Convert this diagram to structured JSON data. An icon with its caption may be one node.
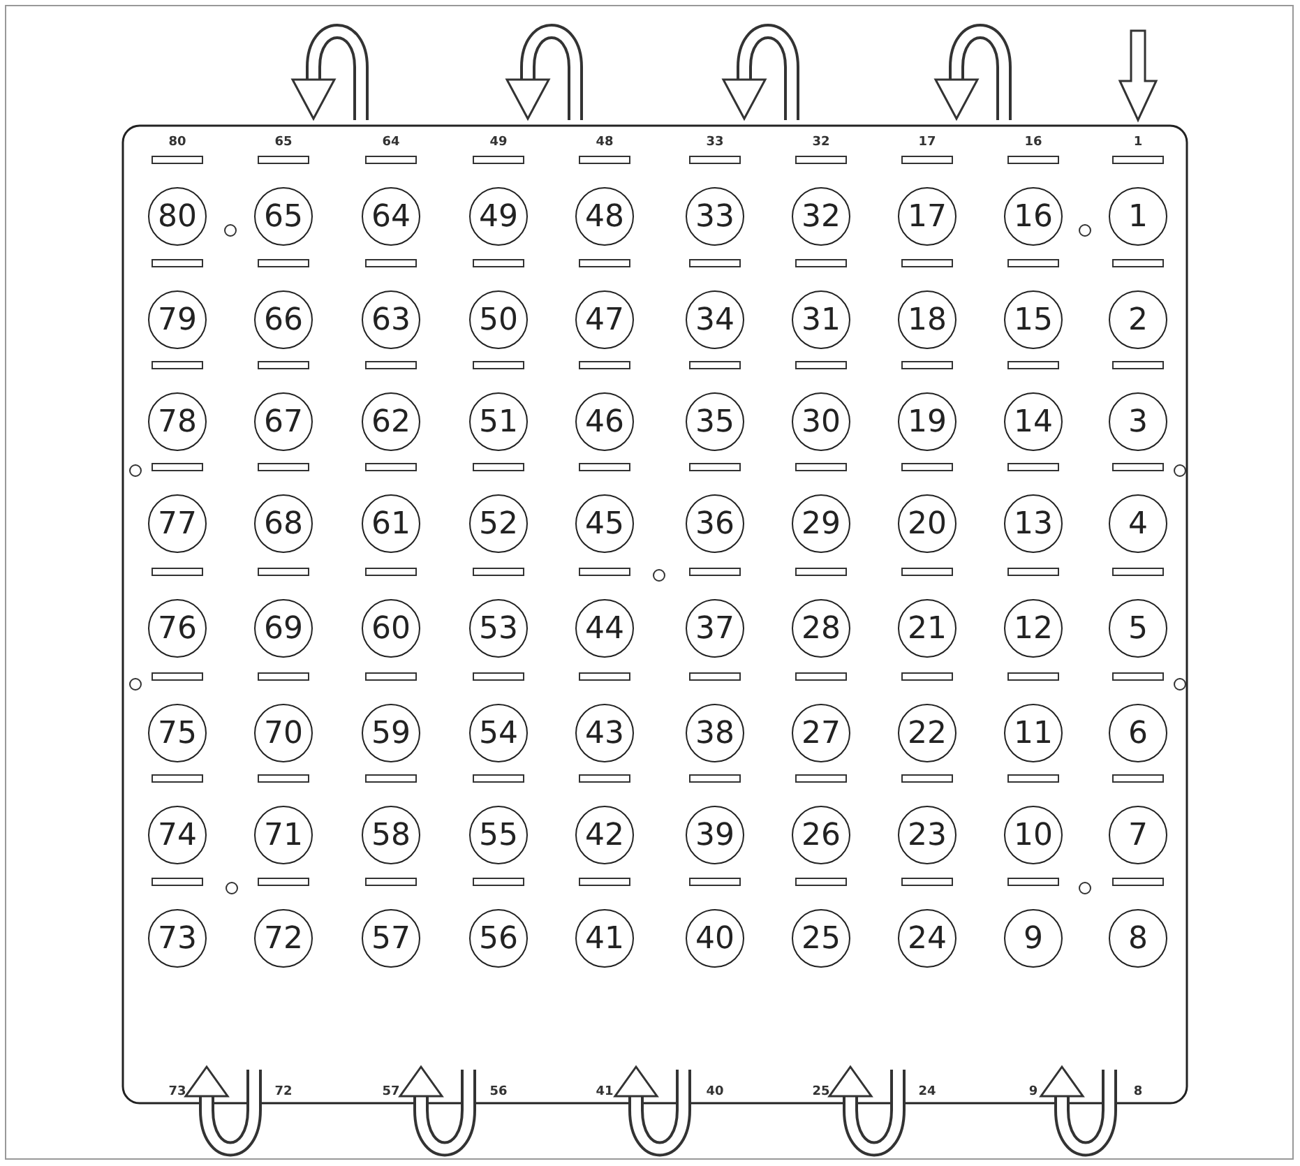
{
  "diagram": {
    "nodes": [
      {
        "text": [
          "80"
        ]
      },
      {
        "text": [
          "65"
        ]
      },
      {
        "text": [
          "64"
        ]
      },
      {
        "text": [
          "49"
        ]
      },
      {
        "text": [
          "48"
        ]
      },
      {
        "text": [
          "33"
        ]
      },
      {
        "text": [
          "32"
        ]
      },
      {
        "text": [
          "17"
        ]
      },
      {
        "text": [
          "16"
        ]
      },
      {
        "text": [
          "1"
        ]
      },
      {
        "text": [
          "79"
        ]
      },
      {
        "text": [
          "66"
        ]
      },
      {
        "text": [
          "63"
        ]
      },
      {
        "text": [
          "50"
        ]
      },
      {
        "text": [
          "47"
        ]
      },
      {
        "text": [
          "34"
        ]
      },
      {
        "text": [
          "31"
        ]
      },
      {
        "text": [
          "18"
        ]
      },
      {
        "text": [
          "15"
        ]
      },
      {
        "text": [
          "2"
        ]
      },
      {
        "text": [
          "78"
        ]
      },
      {
        "text": [
          "67"
        ]
      },
      {
        "text": [
          "62"
        ]
      },
      {
        "text": [
          "51"
        ]
      },
      {
        "text": [
          "46"
        ]
      },
      {
        "text": [
          "35"
        ]
      },
      {
        "text": [
          "30"
        ]
      },
      {
        "text": [
          "19"
        ]
      },
      {
        "text": [
          "14"
        ]
      },
      {
        "text": [
          "3"
        ]
      },
      {
        "text": [
          "77"
        ]
      },
      {
        "text": [
          "68"
        ]
      },
      {
        "text": [
          "61"
        ]
      },
      {
        "text": [
          "52"
        ]
      },
      {
        "text": [
          "45"
        ]
      },
      {
        "text": [
          "36"
        ]
      },
      {
        "text": [
          "29"
        ]
      },
      {
        "text": [
          "20"
        ]
      },
      {
        "text": [
          "13"
        ]
      },
      {
        "text": [
          "4"
        ]
      },
      {
        "text": [
          "76"
        ]
      },
      {
        "text": [
          "69"
        ]
      },
      {
        "text": [
          "60"
        ]
      },
      {
        "text": [
          "53"
        ]
      },
      {
        "text": [
          "44"
        ]
      },
      {
        "text": [
          "37"
        ]
      },
      {
        "text": [
          "28"
        ]
      },
      {
        "text": [
          "21"
        ]
      },
      {
        "text": [
          "12"
        ]
      },
      {
        "text": [
          "5"
        ]
      },
      {
        "text": [
          "75"
        ]
      },
      {
        "text": [
          "70"
        ]
      },
      {
        "text": [
          "59"
        ]
      },
      {
        "text": [
          "54"
        ]
      },
      {
        "text": [
          "43"
        ]
      },
      {
        "text": [
          "38"
        ]
      },
      {
        "text": [
          "27"
        ]
      },
      {
        "text": [
          "22"
        ]
      },
      {
        "text": [
          "11"
        ]
      },
      {
        "text": [
          "6"
        ]
      },
      {
        "text": [
          "74"
        ]
      },
      {
        "text": [
          "71"
        ]
      },
      {
        "text": [
          "58"
        ]
      },
      {
        "text": [
          "55"
        ]
      },
      {
        "text": [
          "42"
        ]
      },
      {
        "text": [
          "39"
        ]
      },
      {
        "text": [
          "26"
        ]
      },
      {
        "text": [
          "23"
        ]
      },
      {
        "text": [
          "10"
        ]
      },
      {
        "text": [
          "7"
        ]
      },
      {
        "text": [
          "73"
        ]
      },
      {
        "text": [
          "72"
        ]
      },
      {
        "text": [
          "57"
        ]
      },
      {
        "text": [
          "56"
        ]
      },
      {
        "text": [
          "41"
        ]
      },
      {
        "text": [
          "40"
        ]
      },
      {
        "text": [
          "25"
        ]
      },
      {
        "text": [
          "24"
        ]
      },
      {
        "text": [
          "9"
        ]
      },
      {
        "text": [
          "8"
        ]
      }
    ],
    "labels": [
      "80",
      "65",
      "64",
      "49",
      "48",
      "33",
      "32",
      "17",
      "16",
      "1",
      "73",
      "72",
      "57",
      "56",
      "41",
      "40",
      "25",
      "24",
      "9",
      "8"
    ]
  }
}
